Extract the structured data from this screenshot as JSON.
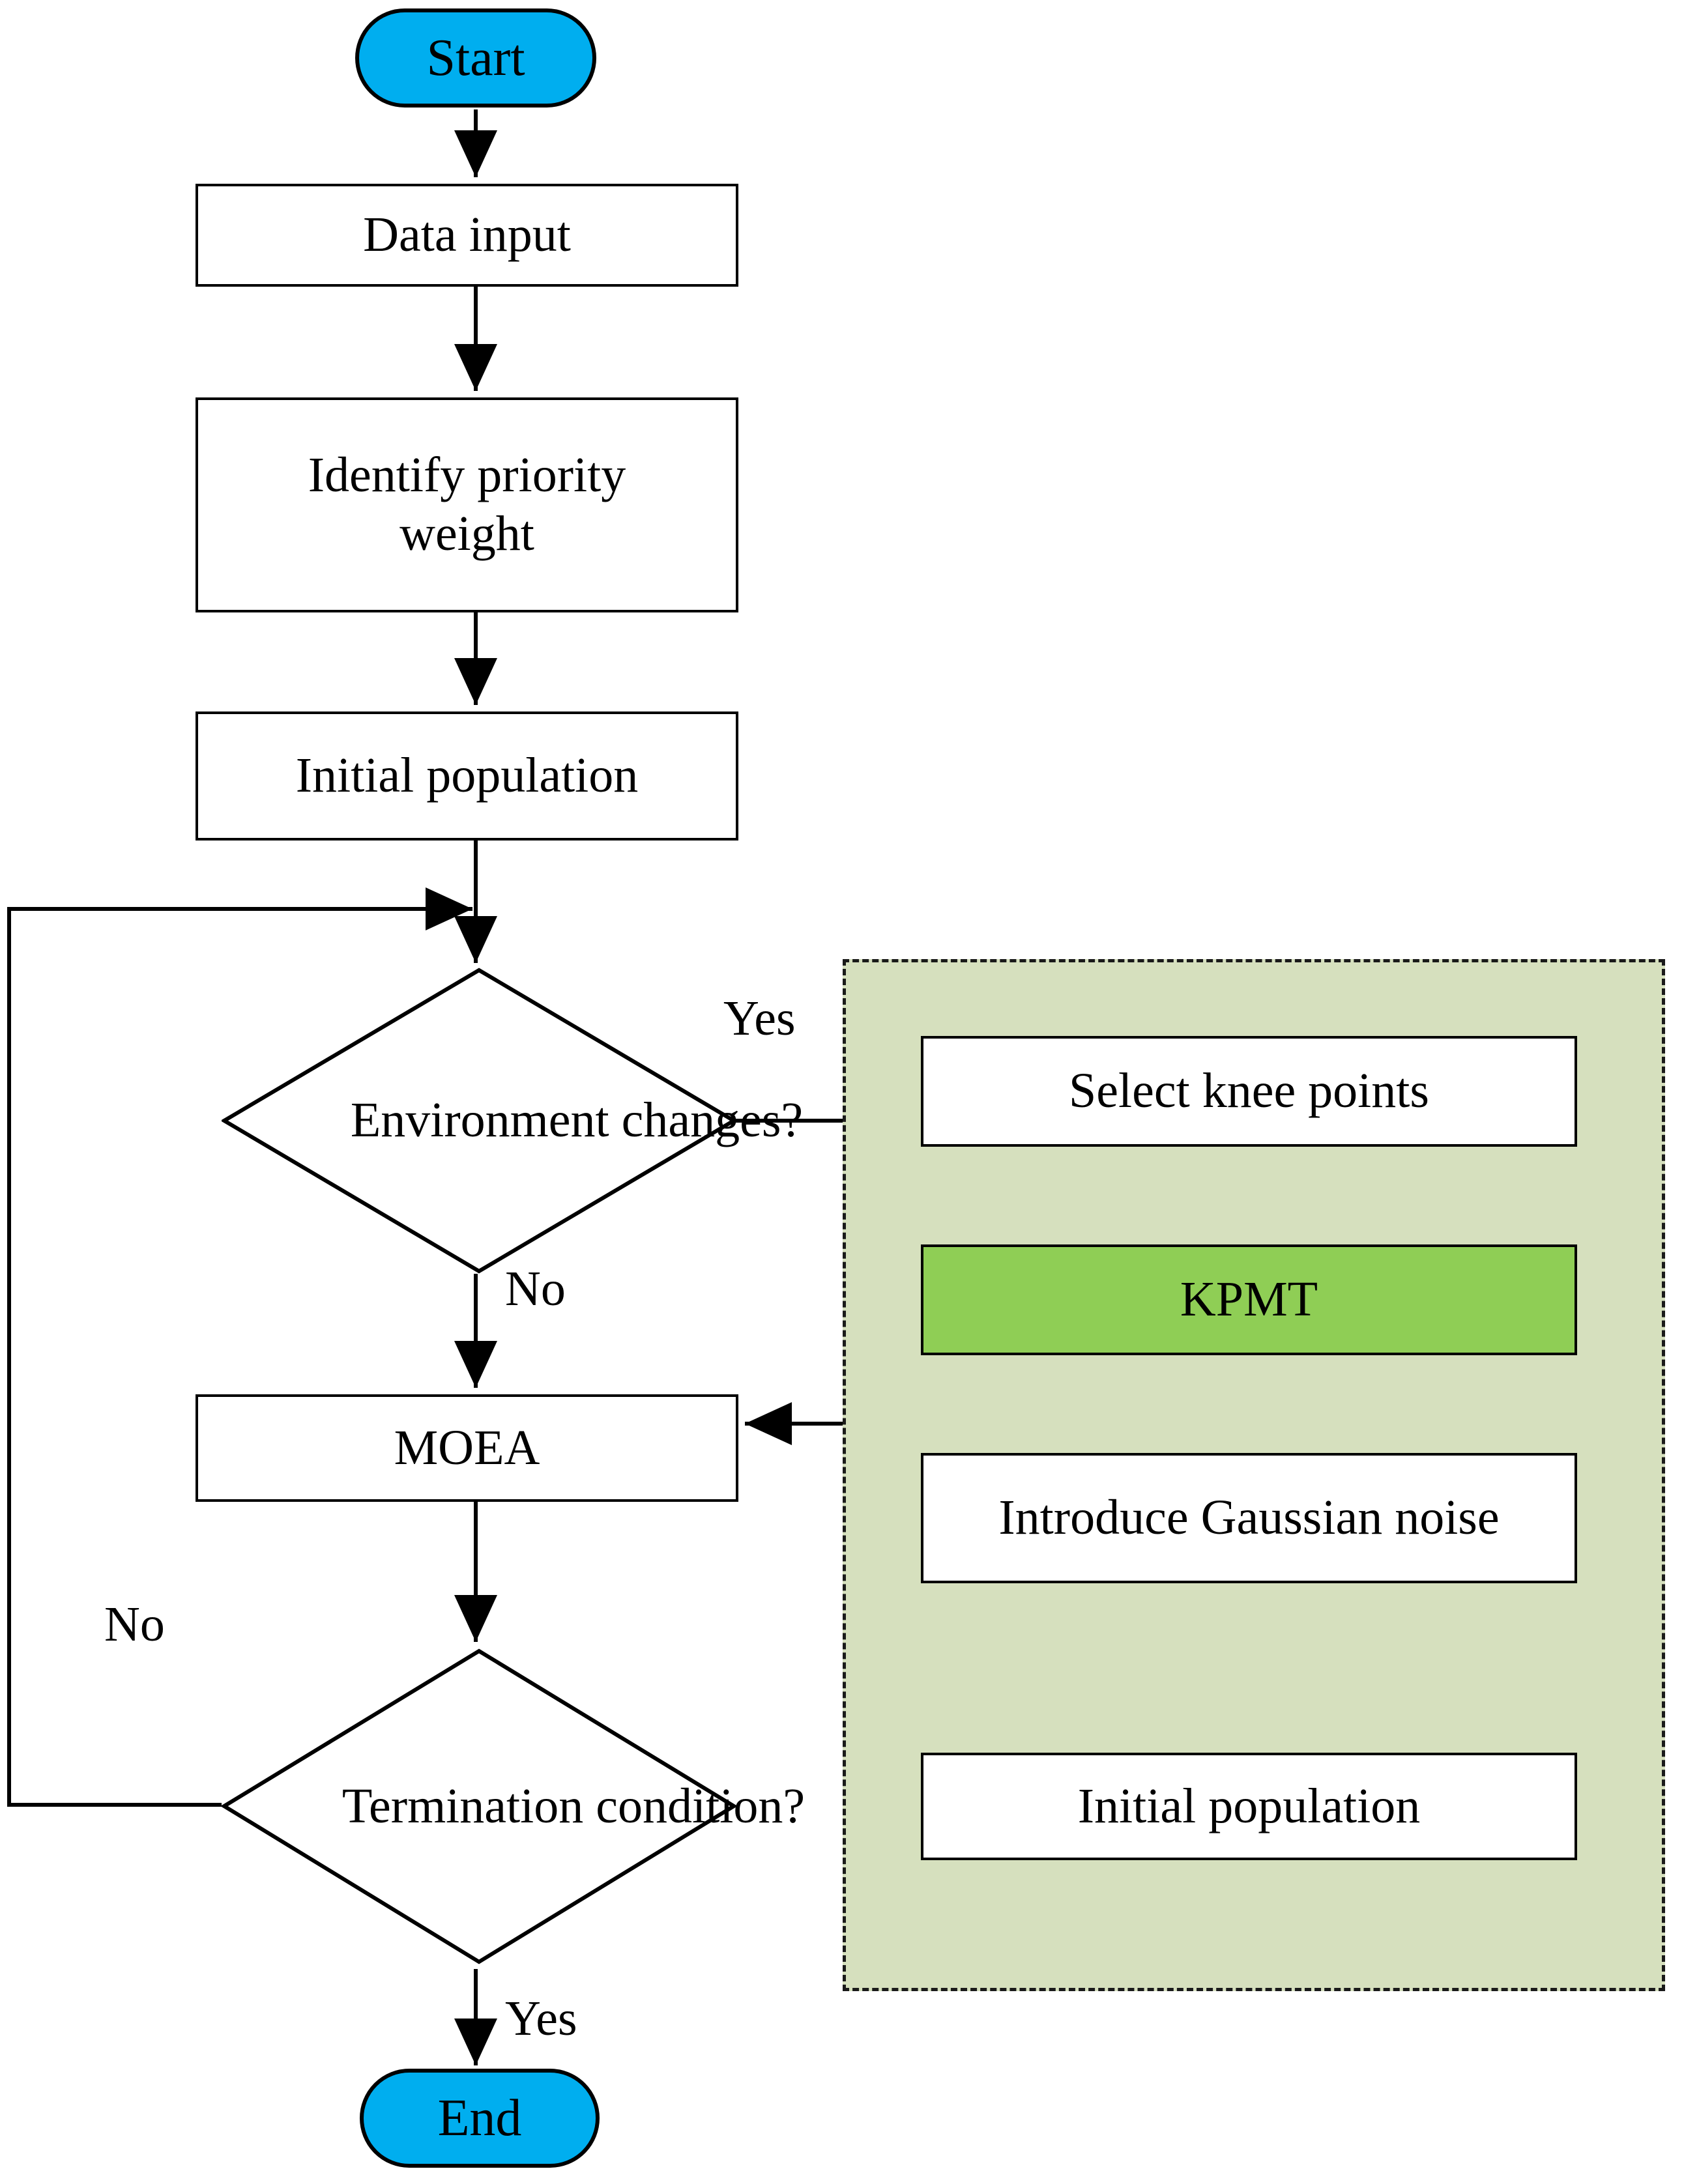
{
  "diagram": {
    "title": "KPMT dynamic multi-objective optimization flowchart",
    "type": "flowchart",
    "colors": {
      "terminator_fill": "#00AEEF",
      "process_fill": "#FFFFFF",
      "highlight_fill": "#8FCE55",
      "panel_fill": "#D6E0BE",
      "stroke": "#000000"
    }
  },
  "nodes": {
    "start": {
      "label": "Start",
      "shape": "terminator"
    },
    "data_input": {
      "label": "Data input",
      "shape": "process"
    },
    "identify_priority_weight": {
      "label": "Identify priority weight",
      "shape": "process"
    },
    "initial_population_left": {
      "label": "Initial population",
      "shape": "process"
    },
    "environment_changes": {
      "label": "Environment changes?",
      "shape": "decision"
    },
    "moea": {
      "label": "MOEA",
      "shape": "process"
    },
    "termination_condition": {
      "label": "Termination condition?",
      "shape": "decision"
    },
    "end": {
      "label": "End",
      "shape": "terminator"
    },
    "select_knee_points": {
      "label": "Select knee points",
      "shape": "process"
    },
    "kpmt": {
      "label": "KPMT",
      "shape": "process-highlight"
    },
    "introduce_gaussian_noise": {
      "label": "Introduce Gaussian noise",
      "shape": "process"
    },
    "initial_population_right": {
      "label": "Initial population",
      "shape": "process"
    }
  },
  "edge_labels": {
    "environment_yes": "Yes",
    "environment_no": "No",
    "termination_no": "No",
    "termination_yes": "Yes"
  }
}
